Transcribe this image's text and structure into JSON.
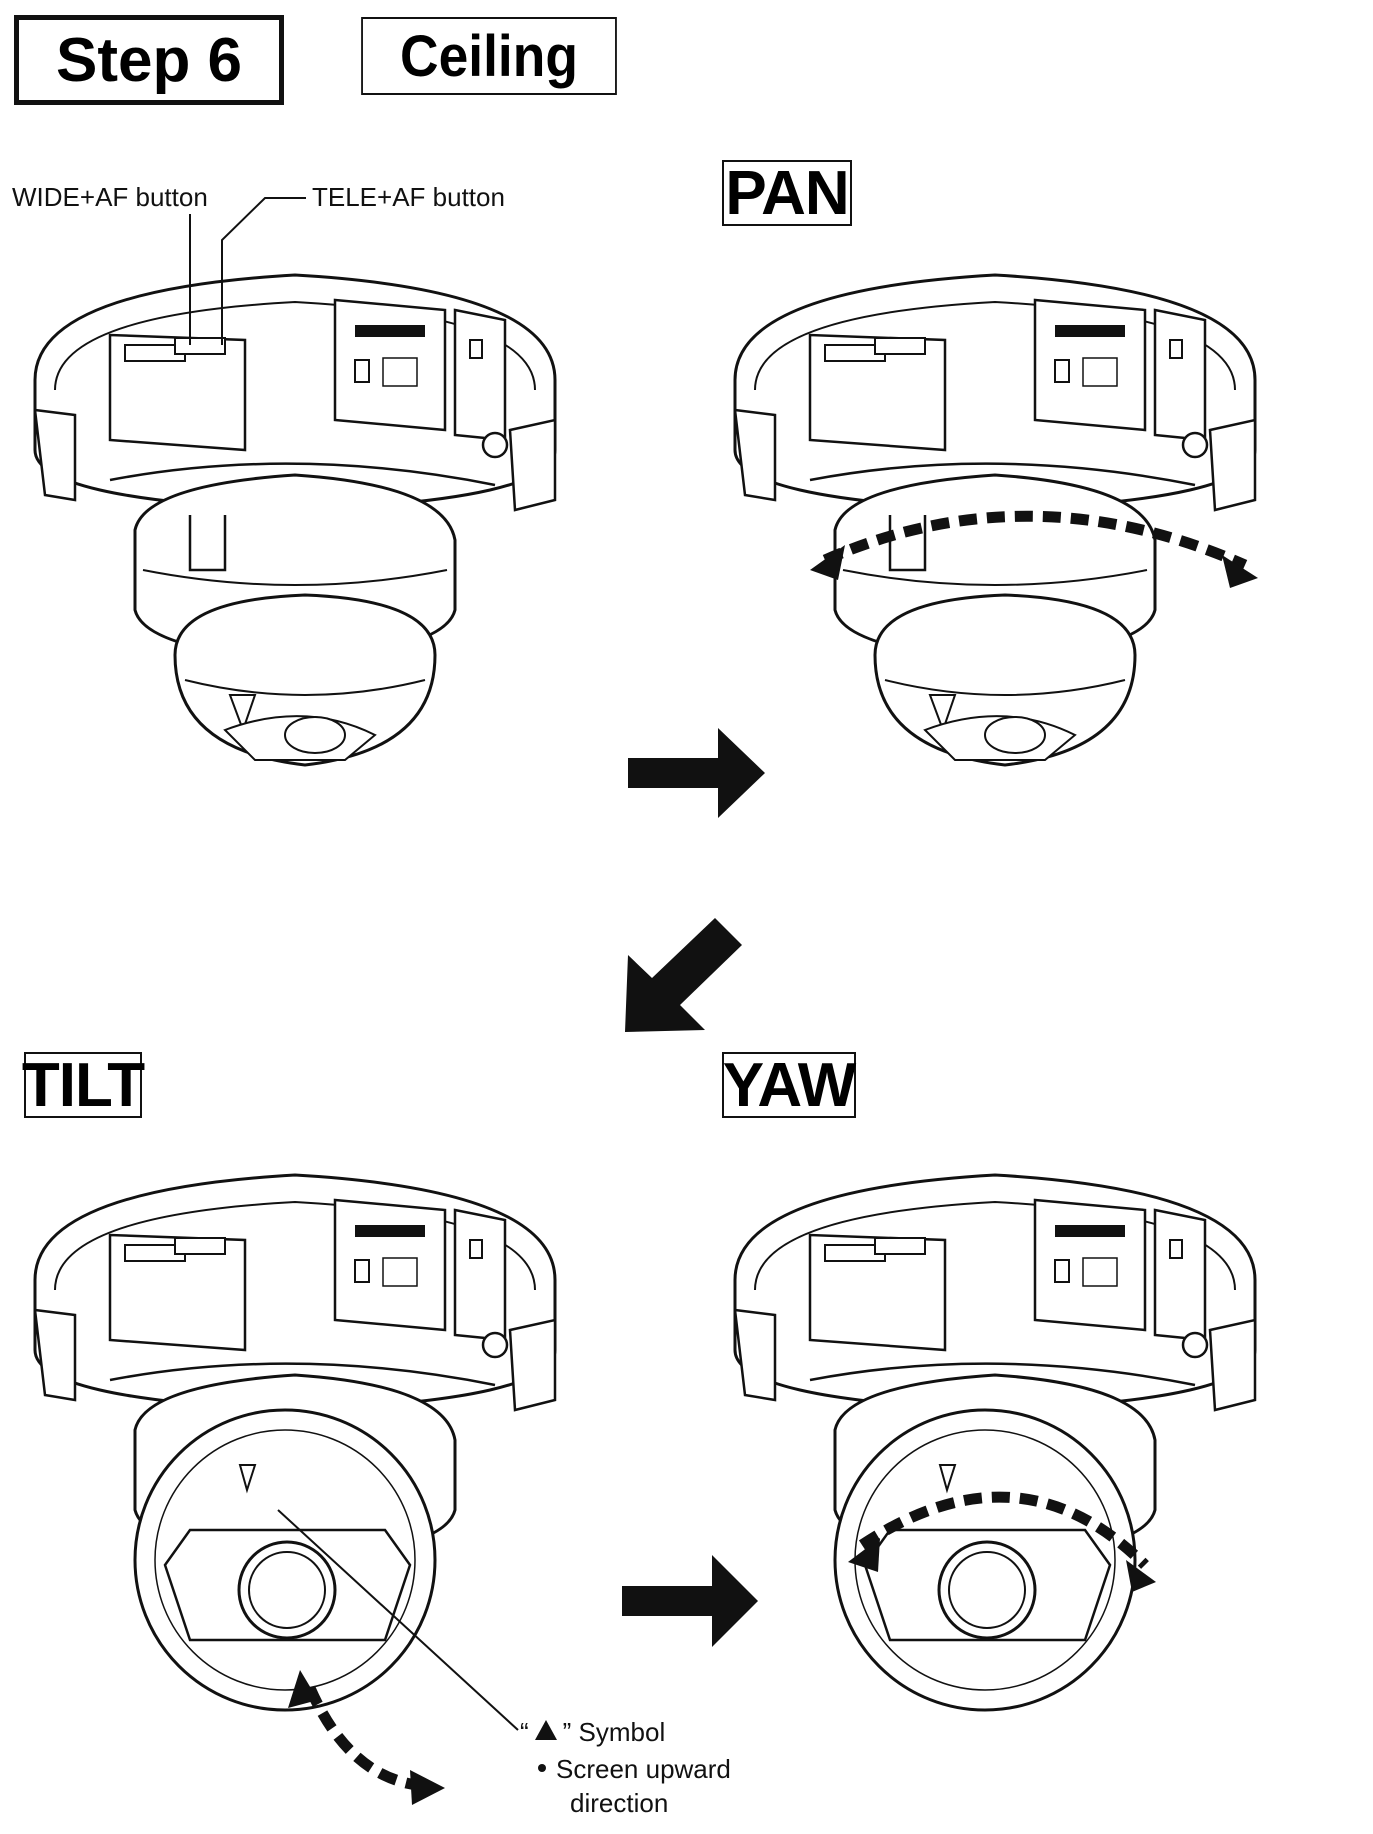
{
  "header": {
    "step": "Step 6",
    "mount": "Ceiling"
  },
  "panels": {
    "pan": "PAN",
    "tilt": "TILT",
    "yaw": "YAW"
  },
  "callouts": {
    "wide_af": "WIDE+AF button",
    "tele_af": "TELE+AF button",
    "symbol_quote_open": "“",
    "symbol_quote_close": "” Symbol",
    "upward_line1": "Screen upward",
    "upward_line2": "direction"
  },
  "icons": [
    "camera-dome-illustration",
    "right-arrow-icon",
    "down-left-arrow-icon",
    "dashed-curved-double-arrow-icon",
    "triangle-symbol-icon",
    "bullet-dot-icon"
  ],
  "colors": {
    "ink": "#111111",
    "paper": "#ffffff"
  }
}
